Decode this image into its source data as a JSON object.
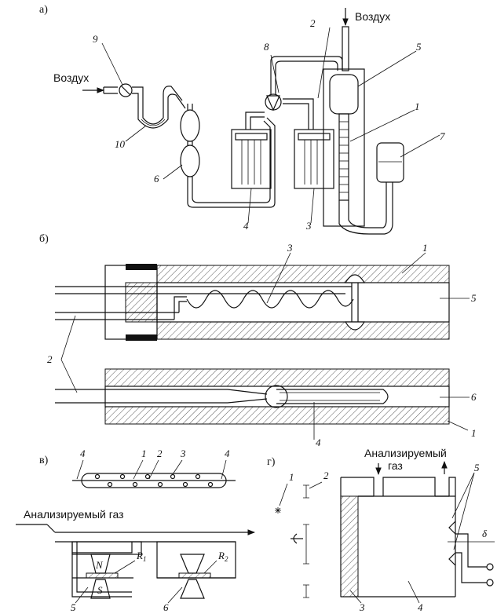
{
  "panel_a": {
    "label": "а)",
    "air_left": "Воздух",
    "air_top": "Воздух",
    "numbers": [
      "1",
      "2",
      "3",
      "4",
      "5",
      "6",
      "7",
      "8",
      "9",
      "10"
    ]
  },
  "panel_b": {
    "label": "б)",
    "numbers": [
      "1",
      "2",
      "3",
      "5",
      "4",
      "6",
      "1"
    ]
  },
  "panel_v": {
    "label": "в)",
    "gas": "Анализируемый газ",
    "numbers": [
      "4",
      "1",
      "2",
      "3",
      "4",
      "5",
      "6"
    ],
    "N": "N",
    "S": "S",
    "R1": "R",
    "R1_sub": "1",
    "R2": "R",
    "R2_sub": "2"
  },
  "panel_g": {
    "label": "г)",
    "gas_line1": "Анализируемый",
    "gas_line2": "газ",
    "numbers": [
      "1",
      "2",
      "3",
      "4",
      "5"
    ],
    "delta": "δ"
  }
}
